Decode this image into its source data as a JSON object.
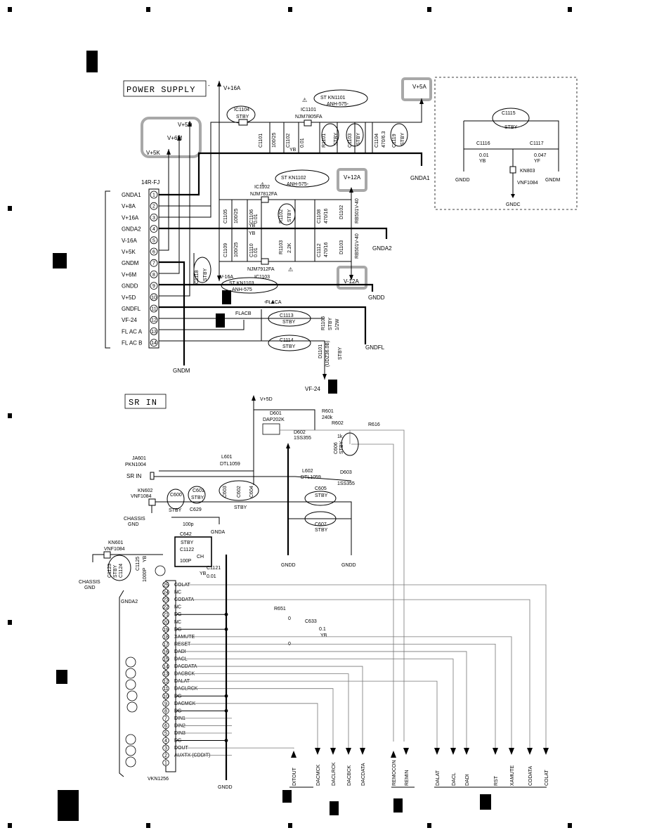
{
  "power_supply": {
    "title": "POWER SUPPLY",
    "connector": "14R-FJ",
    "pins": [
      {
        "n": "1",
        "label": "GNDA1"
      },
      {
        "n": "2",
        "label": "V+8A"
      },
      {
        "n": "3",
        "label": "V+16A"
      },
      {
        "n": "4",
        "label": "GNDA2"
      },
      {
        "n": "5",
        "label": "V-16A"
      },
      {
        "n": "6",
        "label": "V+5K"
      },
      {
        "n": "7",
        "label": "GNDM"
      },
      {
        "n": "8",
        "label": "V+6M"
      },
      {
        "n": "9",
        "label": "GNDD"
      },
      {
        "n": "10",
        "label": "V+5D"
      },
      {
        "n": "11",
        "label": "GNDFL"
      },
      {
        "n": "12",
        "label": "VF-24"
      },
      {
        "n": "13",
        "label": "FL AC A"
      },
      {
        "n": "14",
        "label": "FL AC B"
      }
    ],
    "rails": {
      "v5d": "V+5D",
      "v6m": "V+6M",
      "v5k": "V+5K",
      "v16a": "V+16A",
      "vm16a": "V-16A",
      "v5a": "V+5A",
      "v12a": "V+12A",
      "vm12a": "V-12A",
      "vf24": "VF-24",
      "flaca": "FLACA",
      "flacb": "FLACB"
    },
    "grounds": {
      "gnda1": "GNDA1",
      "gnda2": "GNDA2",
      "gndd": "GNDD",
      "gndfl": "GNDFL",
      "gndm": "GNDM",
      "gndd2": "GNDD",
      "gndm2": "GNDM",
      "gndc": "GNDC"
    },
    "ic1101": {
      "ref": "IC1101",
      "part": "NJM7805FA",
      "st_ref": "ST KN1101",
      "st_part": "ANH-575-"
    },
    "ic1102": {
      "ref": "IC1102",
      "part": "NJM7812FA",
      "st_ref": "ST KN1102",
      "st_part": "ANH-575-"
    },
    "ic1103": {
      "ref": "IC1103",
      "part": "NJM7912FA",
      "st_ref": "ST KN1103",
      "st_part": "ANH-575"
    },
    "ic1104": {
      "ref": "IC1104",
      "note": "STBY"
    },
    "caps": {
      "c1101": "C1101",
      "c1101v": "100/25",
      "c1102": "C1102",
      "c1102v": "0.01",
      "c1102t": "YB",
      "r1101": "R1101",
      "r1101v": "STBY",
      "c1103": "C1103",
      "c1103v": "STBY",
      "c1104": "C1104",
      "c1104v": "470/6.3",
      "c1119": "C1119",
      "c1119v": "STBY",
      "c1105": "C1105",
      "c1105v": "100/25",
      "c1106": "C1106",
      "c1106v": "0.01",
      "c1106t": "YB",
      "r1102": "R1102",
      "r1102v": "STBY",
      "c1108": "C1108",
      "c1108v": "470/16",
      "d1102": "D1102",
      "d1102v": "RB501V-40",
      "c1109": "C1109",
      "c1109v": "100/25",
      "c1110": "C1110",
      "c1110v": "0.01",
      "c1110t": "YB",
      "r1103": "R1103",
      "r1103v": "2.2K",
      "c1112": "C1112",
      "c1112v": "470/16",
      "d1103": "D1103",
      "d1103v": "RB501V-40",
      "c1118": "C1118",
      "c1118v": "STBY",
      "c1113": "C1113",
      "c1113v": "STBY",
      "c1114": "C1114",
      "c1114v": "STBY",
      "r1106": "R1106",
      "r1106v": "STBY",
      "r1106w": "1/2W",
      "d1101": "D1101",
      "d1101v": "(UDZ36.0B)",
      "d1101s": "STBY",
      "c1115": "C1115",
      "c1115v": "STBY",
      "c1116": "C1116",
      "c1116v": "0.01",
      "c1116t": "YB",
      "c1117": "C1117",
      "c1117v": "0.047",
      "c1117t": "YF",
      "kn803": "KN803",
      "kn803p": "VNF1084"
    }
  },
  "sr_in": {
    "title": "SR IN",
    "jack": "JA601",
    "jack_part": "PKN1004",
    "sr_label": "SR IN",
    "kn602": "KN602",
    "kn602p": "VNF1084",
    "chassis": "CHASSIS",
    "chassis_gnd": "GND",
    "d601": "D601",
    "d601p": "DAP202K",
    "r601": "R601",
    "r601v": "240k",
    "r602": "R602",
    "r602v": "1k",
    "r616": "R616",
    "d602": "D602",
    "d602p": "1SS355",
    "c606": "C606",
    "c606v": "STBY",
    "l601": "L601",
    "l601p": "DTL1059",
    "l602": "L602",
    "l602p": "DTL1059",
    "d603": "D603",
    "d603p": "1SS355",
    "c600": "C600",
    "c600v": "STBY",
    "c601": "C601",
    "c601v": "STBY",
    "c603": "C603",
    "c602": "C602",
    "c604": "C604",
    "cstby": "STBY",
    "c629": "C629",
    "c629v": "100p",
    "c605": "C605",
    "c605v": "STBY",
    "c607": "C607",
    "c607v": "STBY",
    "gnda": "GNDA",
    "gndd1": "GNDD",
    "gndd2": "GNDD"
  },
  "digital": {
    "kn601": "KN601",
    "kn601p": "VNF1084",
    "chassis": "CHASSIS",
    "chassis_gnd": "GND",
    "c1123": "C1123",
    "c1124": "C1124",
    "cstby": "STBY",
    "c1125": "C1125",
    "c1125v": "1000P",
    "c1125t": "YB",
    "c642": "C642",
    "c642s": "STBY",
    "c1122": "C1122",
    "c1122v": "100P",
    "c1122t": "CH",
    "c1121": "C1121",
    "c1121v": "0.01",
    "c1121t": "YB",
    "r651": "R651",
    "r651v": "0",
    "c633": "C633",
    "c633v": "0.1",
    "c633t": "YB",
    "r0": "0",
    "gnda2": "GNDA2",
    "gndd": "GNDD",
    "connector": "VKN1256",
    "pins": [
      {
        "n": "25",
        "label": "COLAT"
      },
      {
        "n": "24",
        "label": "NC"
      },
      {
        "n": "23",
        "label": "CODATA"
      },
      {
        "n": "22",
        "label": "NC"
      },
      {
        "n": "21",
        "label": "DG"
      },
      {
        "n": "20",
        "label": "NC"
      },
      {
        "n": "19",
        "label": "DG"
      },
      {
        "n": "18",
        "label": "XAMUTE"
      },
      {
        "n": "17",
        "label": "RESET"
      },
      {
        "n": "16",
        "label": "DADI"
      },
      {
        "n": "15",
        "label": "DACL"
      },
      {
        "n": "14",
        "label": "DACDATA"
      },
      {
        "n": "13",
        "label": "DACBCK"
      },
      {
        "n": "12",
        "label": "DALAT"
      },
      {
        "n": "11",
        "label": "DACLRCK"
      },
      {
        "n": "10",
        "label": "DG"
      },
      {
        "n": "9",
        "label": "DACMCK"
      },
      {
        "n": "8",
        "label": "DG"
      },
      {
        "n": "7",
        "label": "DIN1"
      },
      {
        "n": "6",
        "label": "DIN2"
      },
      {
        "n": "5",
        "label": "DIN3"
      },
      {
        "n": "4",
        "label": "DG"
      },
      {
        "n": "3",
        "label": "DOUT"
      },
      {
        "n": "2",
        "label": "AUXTX (CDDIT)"
      },
      {
        "n": "1",
        "label": ""
      }
    ],
    "outputs": [
      "DITOUT",
      "DACMCK",
      "DACLRCK",
      "DACBCK",
      "DACDATA",
      "REMOCON",
      "REMIN",
      "DALAT",
      "DACL",
      "DADI",
      "RST",
      "XAMUTE",
      "CODATA",
      "COLAT"
    ]
  }
}
